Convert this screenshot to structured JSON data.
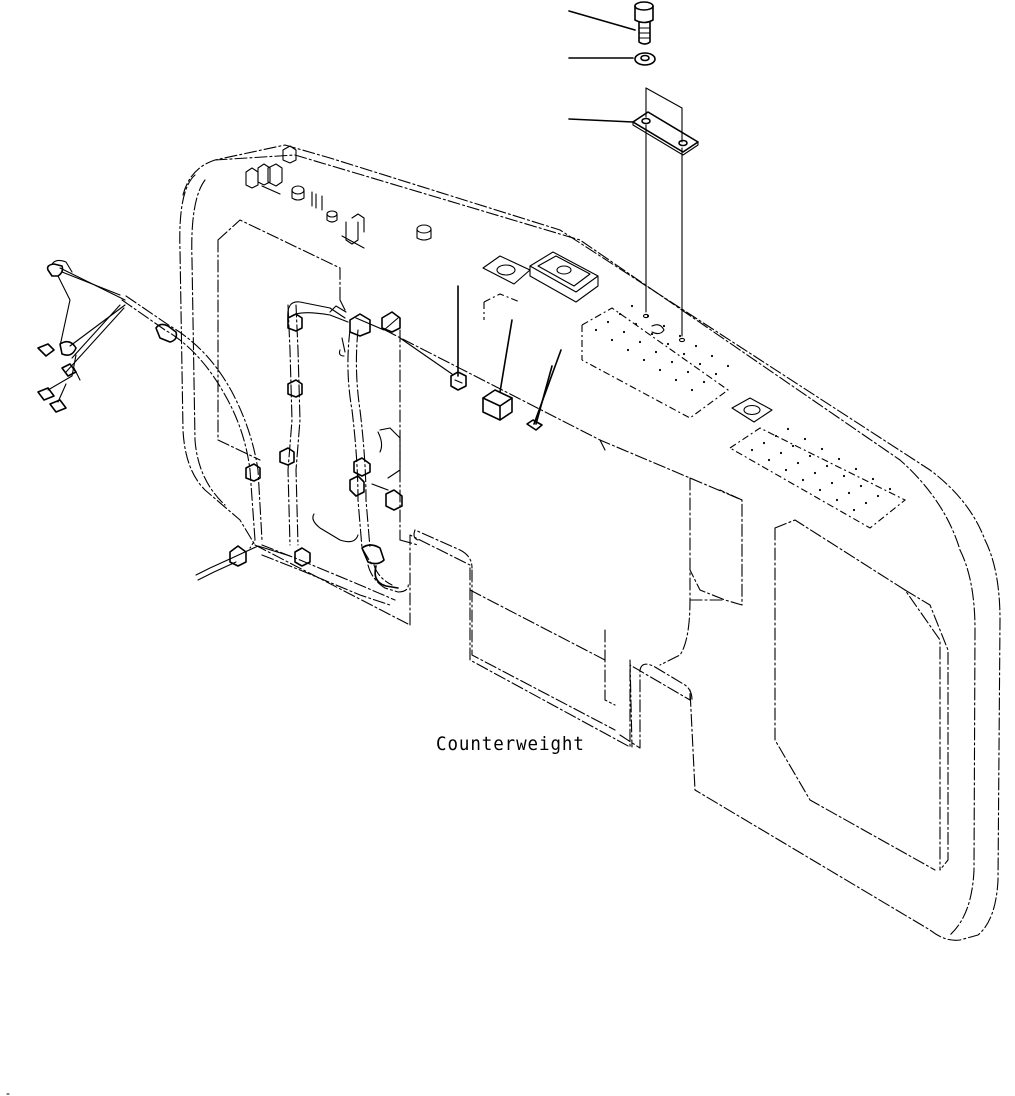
{
  "diagram": {
    "labels": {
      "part_name": "Counterweight"
    },
    "parts": [
      "bolt",
      "washer",
      "plate",
      "counterweight",
      "wiring-harness",
      "clip",
      "block",
      "pin"
    ],
    "line_color": "#000000",
    "background": "#ffffff"
  }
}
